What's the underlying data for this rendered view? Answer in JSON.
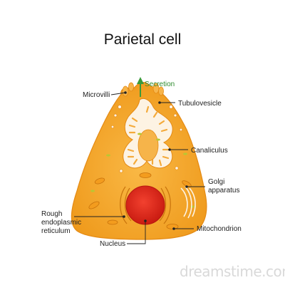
{
  "title": "Parietal cell",
  "labels": {
    "secretion": "Secretion",
    "microvilli": "Microvilli",
    "tubulovesicle": "Tubulovesicle",
    "canaliculus": "Canaliculus",
    "golgi_line1": "Golgi",
    "golgi_line2": "apparatus",
    "rer_line1": "Rough",
    "rer_line2": "endoplasmic",
    "rer_line3": "reticulum",
    "nucleus": "Nucleus",
    "mitochondrion": "Mitochondrion"
  },
  "watermark": "dreamstime.com",
  "colors": {
    "cytoplasm": "#f5a623",
    "cytoplasm_dark": "#e8921a",
    "canaliculus_lumen": "#fdf3e3",
    "nucleus": "#e8281c",
    "secretion_arrow": "#3a9a3a",
    "organelle_green": "#b8c832"
  }
}
